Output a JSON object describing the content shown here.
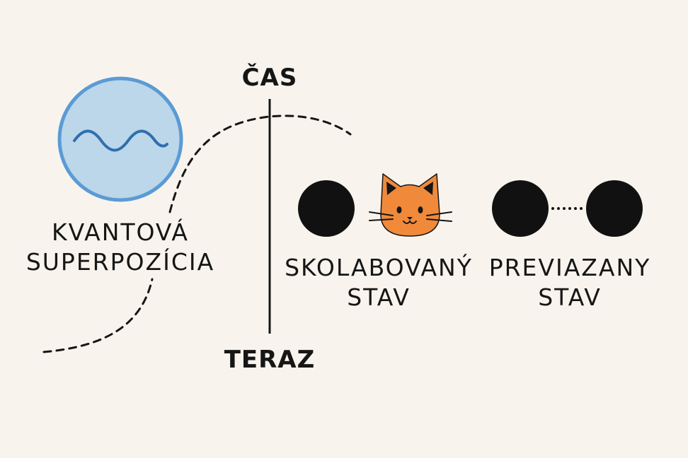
{
  "labels": {
    "time_top": "ČAS",
    "time_bottom": "TERAZ",
    "superposition": [
      "KVANTOVÁ",
      "SUPERPOZÍCIA"
    ],
    "collapsed": [
      "SKOLABOVANÝ",
      "STAV"
    ],
    "entangled": [
      "PREVIAZANY",
      "STAV"
    ]
  },
  "icons": {
    "superposition": "wave-circle-icon",
    "collapsed_particle": "particle-icon",
    "cat": "cat-face-icon",
    "entangled_left": "particle-icon",
    "entangled_right": "particle-icon"
  },
  "colors": {
    "background": "#f8f4ed",
    "circle_fill": "#bcd6ea",
    "circle_stroke": "#5b9bd5",
    "wave": "#2f6fad",
    "particle": "#111111",
    "cat": "#f08a3a",
    "ink": "#161616"
  }
}
